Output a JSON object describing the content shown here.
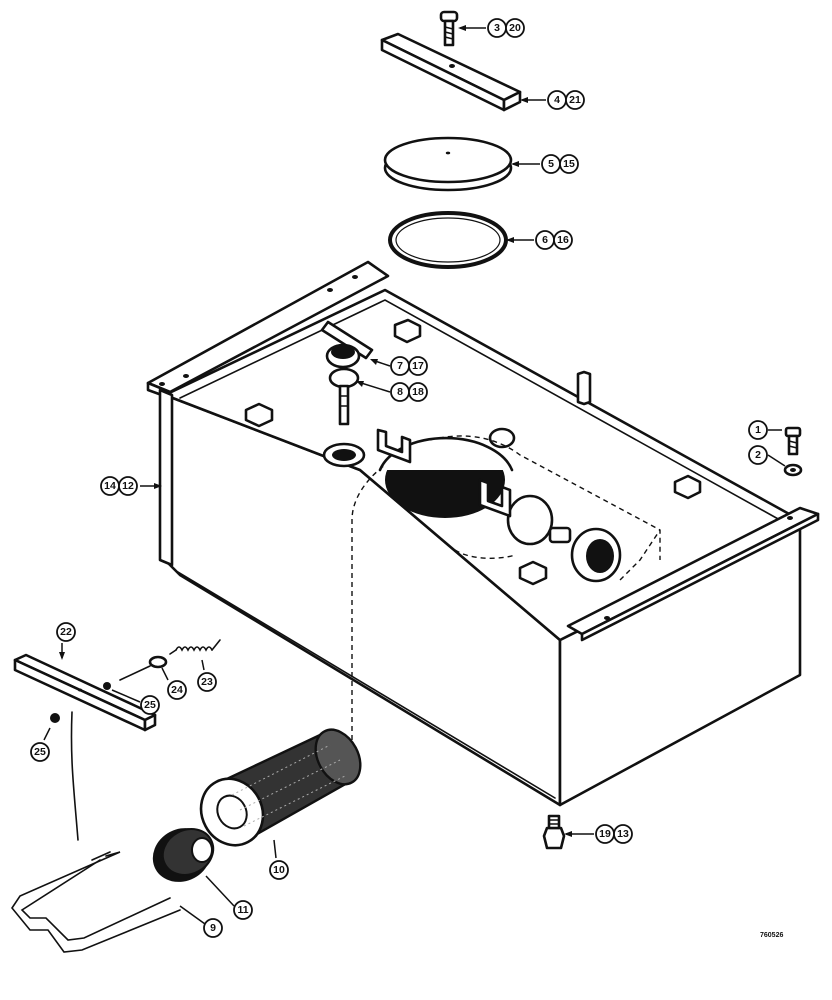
{
  "figure_number": "760526",
  "callouts": {
    "c1": "1",
    "c2": "2",
    "c3": "3",
    "c20": "20",
    "c4": "4",
    "c21": "21",
    "c5": "5",
    "c15": "15",
    "c6": "6",
    "c16": "16",
    "c7": "7",
    "c17": "17",
    "c8": "8",
    "c18": "18",
    "c14": "14",
    "c12": "12",
    "c22": "22",
    "c23": "23",
    "c24": "24",
    "c25a": "25",
    "c25b": "25",
    "c19": "19",
    "c13": "13",
    "c10": "10",
    "c11": "11",
    "c9": "9"
  }
}
